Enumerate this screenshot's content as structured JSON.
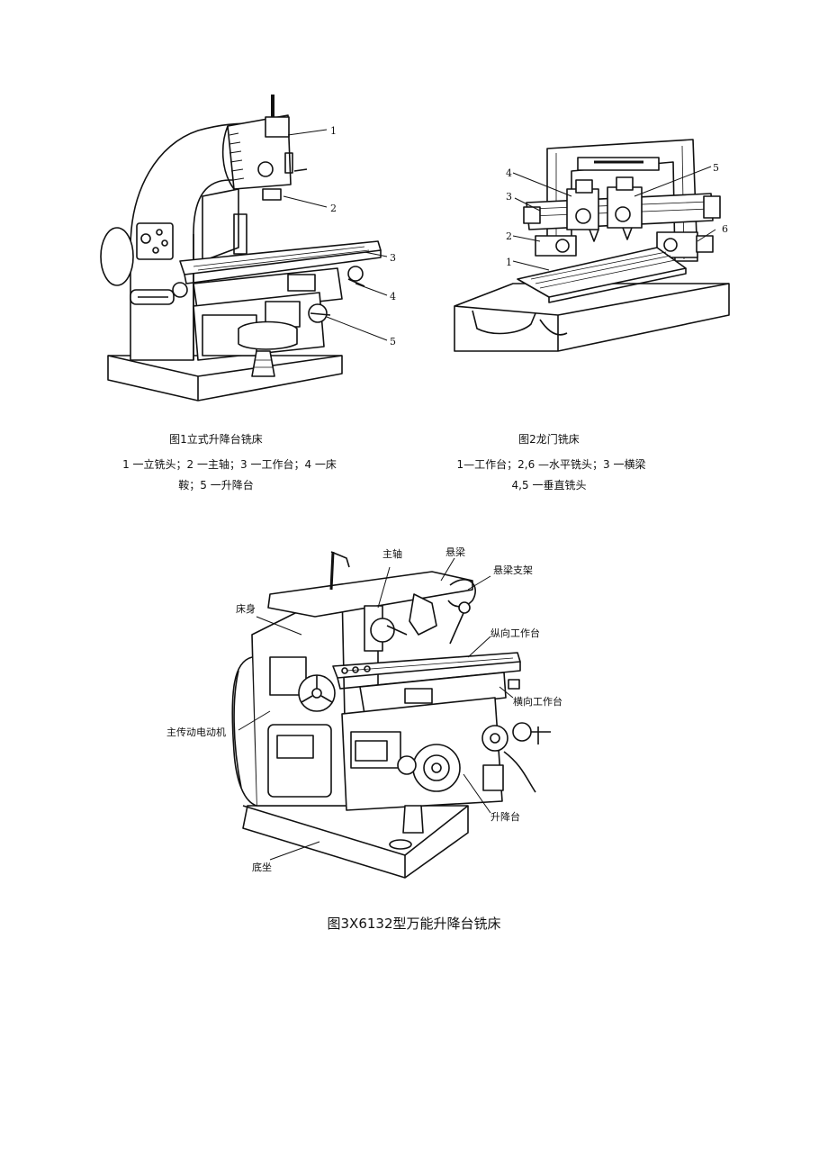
{
  "figure1": {
    "callouts": [
      "1",
      "2",
      "3",
      "4",
      "5"
    ],
    "title": "图1立式升降台铣床",
    "legend_line1": "1 一立铣头；2 一主轴；3 一工作台；4 一床",
    "legend_line2": "鞍；5 一升降台"
  },
  "figure2": {
    "callouts": [
      "1",
      "2",
      "3",
      "4",
      "5",
      "6"
    ],
    "title": "图2龙门铣床",
    "legend_line1": "1—工作台；2,6 —水平铣头；3 一横梁",
    "legend_line2": "4,5 一垂直铣头"
  },
  "figure3": {
    "labels": {
      "spindle": "主轴",
      "overarm": "悬梁",
      "overarm_support": "悬梁支架",
      "bed": "床身",
      "longitudinal_table": "纵向工作台",
      "cross_table": "横向工作台",
      "main_motor": "主传动电动机",
      "knee": "升降台",
      "base": "底坐"
    },
    "title": "图3X6132型万能升降台铣床"
  }
}
